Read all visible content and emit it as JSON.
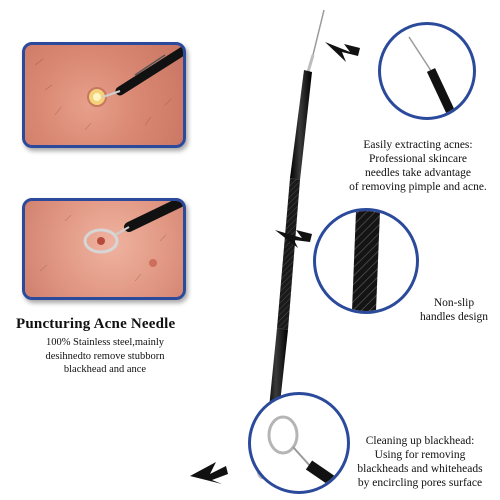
{
  "left_panel": {
    "title": "Puncturing Acne Needle",
    "description": [
      "100% Stainless steel,mainly",
      "desihnedto remove stubborn",
      "blackhead and ance"
    ]
  },
  "right_captions": {
    "needle": [
      "Easily extracting acnes:",
      "Professional skincare",
      "needles take advantage",
      "of removing pimple and acne."
    ],
    "handle": [
      "Non-slip",
      "handles design"
    ],
    "loop": [
      "Cleaning up blackhead:",
      "Using for removing",
      "blackheads and whiteheads",
      "by encircling pores surface"
    ]
  },
  "colors": {
    "frame_blue": "#2b4a9b",
    "tool_black": "#111111",
    "skin": "#d98873"
  },
  "icons": [
    "arrow-icon",
    "arrow-icon",
    "arrow-icon"
  ]
}
